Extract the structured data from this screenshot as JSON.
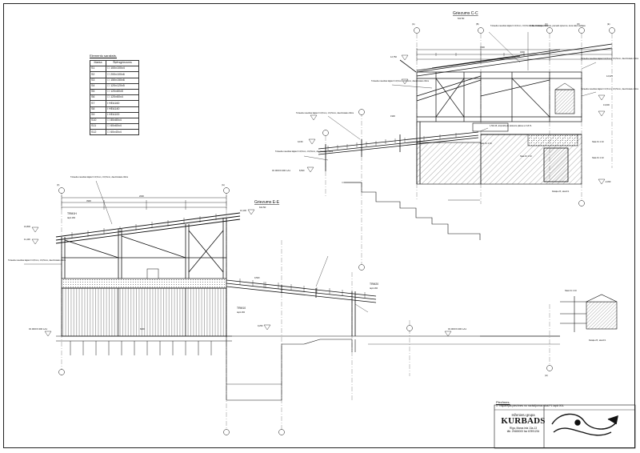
{
  "sections": {
    "c_title": "Griezums C-C",
    "c_scale": "M1:50",
    "e_title": "Griezums E-E",
    "e_scale": "M1:50"
  },
  "legend": {
    "title": "Elementu saraksts.",
    "col_mark": "Marka",
    "col_profile": "Šķērsgriezums",
    "rows": [
      {
        "mark": "S1",
        "profile": "☐ 100x100x4"
      },
      {
        "mark": "S2",
        "profile": "☐ 200x100x6"
      },
      {
        "mark": "S3",
        "profile": "☐ 150x150x6"
      },
      {
        "mark": "S4",
        "profile": "☐ 120x120x5"
      },
      {
        "mark": "S5",
        "profile": "☐ 120x80x5"
      },
      {
        "mark": "S6",
        "profile": "☐ 120x60x4"
      },
      {
        "mark": "S7",
        "profile": "Ⅰ HEA160"
      },
      {
        "mark": "S8",
        "profile": "Ⅰ HEA140"
      },
      {
        "mark": "S9",
        "profile": "Ⅰ HEA100"
      },
      {
        "mark": "S10",
        "profile": "☐ 80x80x4"
      },
      {
        "mark": "S11",
        "profile": "☐ 60x60x4"
      },
      {
        "mark": "S12",
        "profile": "☐ 60x40x4"
      }
    ]
  },
  "labels": {
    "roof_note": "Tērauda nesošās kājās h=4,5mm, t=0,5mm, dauzīnātais ciltīns",
    "roof_note_a": "Tērauda nesošās kājās h=4,5mm, t=0,5mm, dauzīnātais ciltīns",
    "roof_note_b": "Tērauda nesošās kājās h=4,5mm, t=0,5mm, dauzīnātais ciltīns",
    "roof_note_c": "Tērauda nesošās kājās h=4,5mm, t=0,5mm, dauzīnātais ciltīns",
    "roof_note_d": "Tērauda nesošās kājās h=4,5mm, t=0,5mm, dauzīnātais ciltīns",
    "roof_note_e": "Tērauda nesošās kājās h=4,5mm, t=0,5mm, dauzīnātais ciltīns",
    "roof_note_f": "Tērauda nesošās kājās h=4,5mm, t=0,5mm, dauzīnātais ciltīns",
    "roof_note_g": "Tērauda nesošās kājās h=4,5mm, t=0,5mm, dauzīnātais ciltīns",
    "wall_note": "Mīkla izolācijas, ciltīnas, pamatīt opluoms, kura slāņi sadaļas",
    "slab_note": "1,50x15, ātrprofili ple sloksnīs plātne uz 18,71",
    "truss_h1": "TRM1H",
    "truss_h1_sub": "tapš.184",
    "truss_10": "TRM10",
    "truss_10_sub": "tapš.184",
    "truss_20": "TRM20",
    "truss_20_sub": "tapš.184",
    "level_left": "±0.000=9.300 LA1",
    "level_right": "±0.000=9.300 LA1",
    "level_c": "±0.000=9.300 LA1",
    "dim_1": "2000",
    "dim_2": "3900",
    "dim_3": "3000",
    "dim_4": "4000",
    "dim_5": "6000",
    "dim_6": "1900",
    "el_1": "10,100",
    "el_2": "10,800",
    "el_3": "12,750",
    "el_4": "9,150",
    "el_5": "9,500",
    "el_6": "13,600",
    "el_7": "12,025",
    "el_8": "8,500",
    "el_9": "9,250",
    "el_10": "-0,450",
    "el_11": "11,400",
    "axis_a": "(A)",
    "axis_b": "(B)",
    "axis_c": "(C)",
    "axis_d": "(D)",
    "axis_e": "(E)",
    "axis_f": "(F)",
    "axis_g": "(G)",
    "axis_h": "(H)",
    "detail_a": "Detaļa 2X, skat.F1",
    "detail_b": "Detaļa 2X, skat.F1",
    "detail_c": "Skat.F1 1:10",
    "detail_d": "Skat.F1 1:10",
    "detail_e": "Skat.F1 1:10",
    "detail_f": "Skat.F1 1:10",
    "detail_g": "Skat.F1 1:10"
  },
  "notes": {
    "title": "Piezīmes.",
    "item_1": "1. Vispārējās piezīmes no norādījumus skat.F1 lapā 001."
  },
  "title_block": {
    "company_line1": "Inženieru grupa",
    "company_name": "KURBADS",
    "address": "Rīga, Maras iela 13a-13",
    "phone": "tālr. 29480000 fax 67891234"
  },
  "colors": {
    "line": "#111111",
    "hatch": "#6e6e6e",
    "grid": "#555555"
  }
}
